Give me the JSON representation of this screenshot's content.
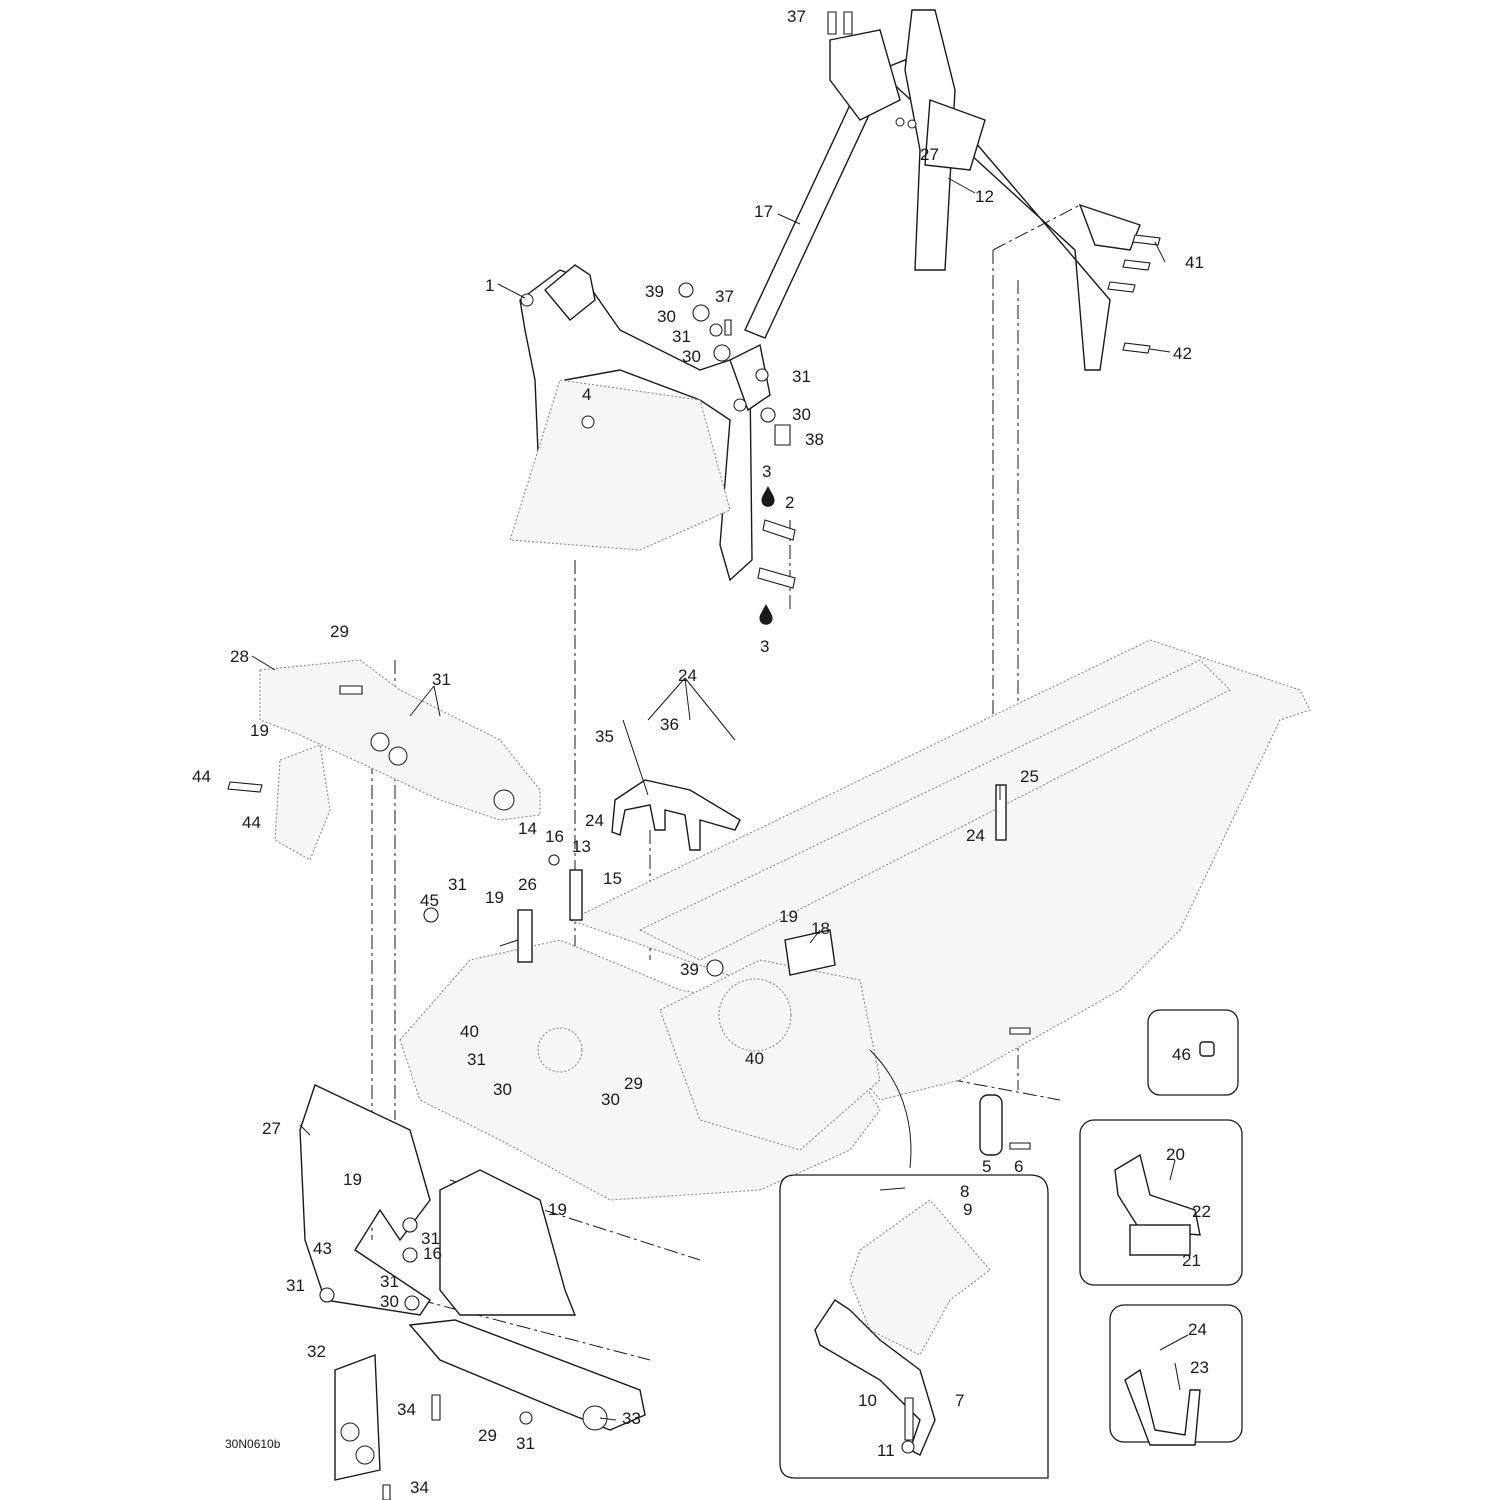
{
  "figure_code": "30N0610b",
  "callouts": {
    "c1": "1",
    "c2": "2",
    "c3a": "3",
    "c3b": "3",
    "c4": "4",
    "c5": "5",
    "c6": "6",
    "c7": "7",
    "c8": "8",
    "c9": "9",
    "c10": "10",
    "c11": "11",
    "c12": "12",
    "c13": "13",
    "c14": "14",
    "c15": "15",
    "c16a": "16",
    "c16b": "16",
    "c17": "17",
    "c18": "18",
    "c19a": "19",
    "c19b": "19",
    "c19c": "19",
    "c19d": "19",
    "c19e": "19",
    "c20": "20",
    "c21": "21",
    "c22": "22",
    "c23": "23",
    "c24a": "24",
    "c24b": "24",
    "c24c": "24",
    "c24d": "24",
    "c25": "25",
    "c26": "26",
    "c27a": "27",
    "c27b": "27",
    "c28": "28",
    "c29a": "29",
    "c29b": "29",
    "c29c": "29",
    "c30a": "30",
    "c30b": "30",
    "c30c": "30",
    "c30d": "30",
    "c30e": "30",
    "c30f": "30",
    "c31a": "31",
    "c31b": "31",
    "c31c": "31",
    "c31d": "31",
    "c31e": "31",
    "c31f": "31",
    "c31g": "31",
    "c31h": "31",
    "c32": "32",
    "c33": "33",
    "c34a": "34",
    "c34b": "34",
    "c35": "35",
    "c36": "36",
    "c37a": "37",
    "c37b": "37",
    "c38": "38",
    "c39a": "39",
    "c39b": "39",
    "c40a": "40",
    "c40b": "40",
    "c41": "41",
    "c42": "42",
    "c43": "43",
    "c44a": "44",
    "c44b": "44",
    "c45": "45",
    "c46": "46"
  },
  "legend": {
    "threadlocker_icon": "drop-icon"
  }
}
